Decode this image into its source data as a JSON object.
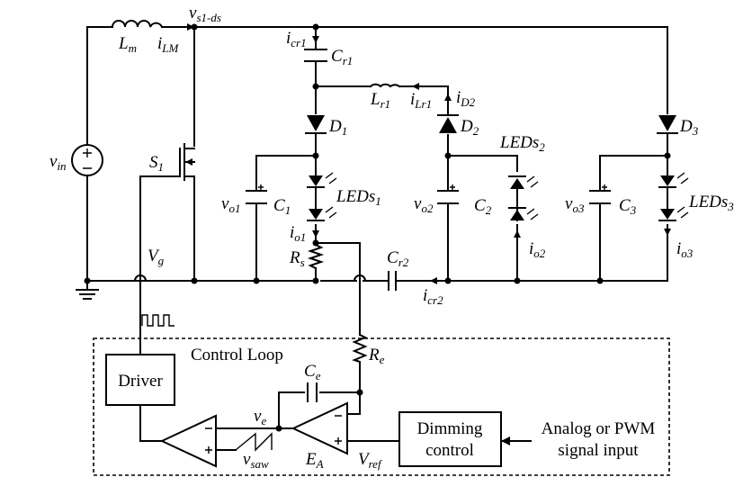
{
  "labels": {
    "vin": "v",
    "vin_sub": "in",
    "lm": "L",
    "lm_sub": "m",
    "ilm": "i",
    "ilm_sub": "LM",
    "vs1ds": "v",
    "vs1ds_sub": "s1-ds",
    "icr1": "i",
    "icr1_sub": "cr1",
    "cr1": "C",
    "cr1_sub": "r1",
    "lr1": "L",
    "lr1_sub": "r1",
    "ilr1": "i",
    "ilr1_sub": "Lr1",
    "id2": "i",
    "id2_sub": "D2",
    "d1": "D",
    "d1_sub": "1",
    "d2": "D",
    "d2_sub": "2",
    "d3": "D",
    "d3_sub": "3",
    "leds1": "LEDs",
    "leds1_sub": "1",
    "leds2": "LEDs",
    "leds2_sub": "2",
    "leds3": "LEDs",
    "leds3_sub": "3",
    "s1": "S",
    "s1_sub": "1",
    "vo1": "v",
    "vo1_sub": "o1",
    "c1": "C",
    "c1_sub": "1",
    "vo2": "v",
    "vo2_sub": "o2",
    "c2": "C",
    "c2_sub": "2",
    "vo3": "v",
    "vo3_sub": "o3",
    "c3": "C",
    "c3_sub": "3",
    "io1": "i",
    "io1_sub": "o1",
    "io2": "i",
    "io2_sub": "o2",
    "io3": "i",
    "io3_sub": "o3",
    "rs": "R",
    "rs_sub": "s",
    "cr2": "C",
    "cr2_sub": "r2",
    "icr2": "i",
    "icr2_sub": "cr2",
    "vg": "V",
    "vg_sub": "g",
    "re": "R",
    "re_sub": "e",
    "ce": "C",
    "ce_sub": "e",
    "ve": "v",
    "ve_sub": "e",
    "vsaw": "v",
    "vsaw_sub": "saw",
    "ea": "E",
    "ea_sub": "A",
    "vref": "V",
    "vref_sub": "ref"
  },
  "control_loop_title": "Control Loop",
  "driver_label": "Driver",
  "dimming_line1": "Dimming",
  "dimming_line2": "control",
  "signal_line1": "Analog or PWM",
  "signal_line2": "signal input"
}
